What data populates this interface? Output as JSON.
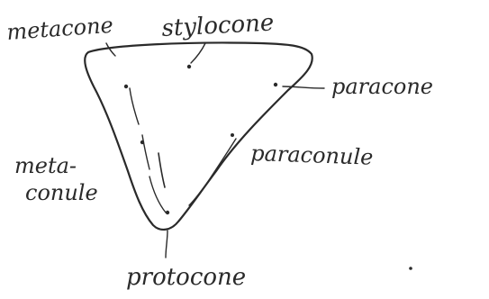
{
  "diagram": {
    "labels": {
      "metacone": "metacone",
      "stylocone": "stylocone",
      "paracone": "paracone",
      "metaconule_line1": "meta-",
      "metaconule_line2": "conule",
      "paraconule": "paraconule",
      "protocone": "protocone"
    }
  }
}
